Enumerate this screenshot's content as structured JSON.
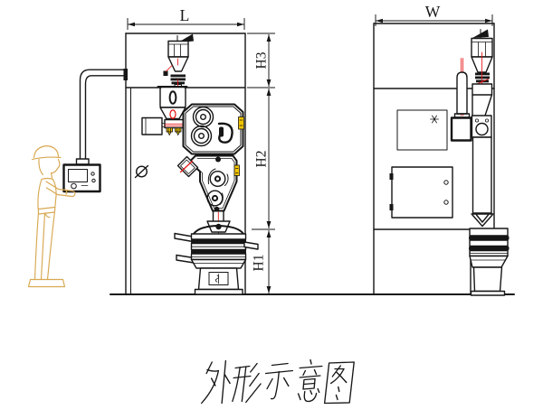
{
  "caption": {
    "text": "外形示意图"
  },
  "dimension_labels": {
    "length": "L",
    "width": "W",
    "height_top": "H3",
    "height_mid": "H2",
    "height_bottom": "H1"
  },
  "colors": {
    "line": "#161616",
    "red": "#e81313",
    "yellow": "#f2c400",
    "tan": "#d8a851",
    "background": "#ffffff"
  }
}
